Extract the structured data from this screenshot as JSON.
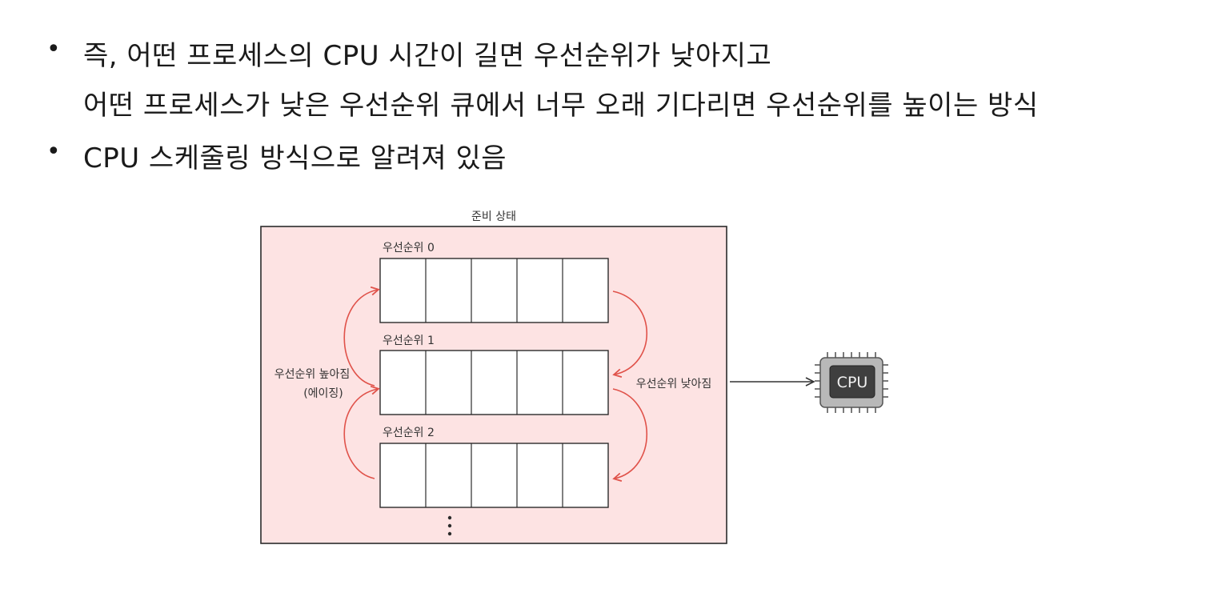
{
  "bullets": [
    {
      "line1": "즉, 어떤 프로세스의 CPU 시간이 길면 우선순위가 낮아지고",
      "line2": "어떤 프로세스가 낮은 우선순위 큐에서 너무 오래 기다리면 우선순위를 높이는 방식"
    },
    {
      "line1": "CPU 스케줄링 방식으로 알려져 있음"
    }
  ],
  "diagram": {
    "box_title": "준비 상태",
    "queues": [
      {
        "label": "우선순위 0"
      },
      {
        "label": "우선순위 1"
      },
      {
        "label": "우선순위 2"
      }
    ],
    "left_label": "우선순위 높아짐",
    "left_sublabel": "(에이징)",
    "right_label": "우선순위 낮아짐",
    "cpu_label": "CPU",
    "ellipsis": "⋮",
    "colors": {
      "box_fill": "#fde3e3",
      "box_border": "#2b2b2b",
      "arrow": "#e0524a",
      "chip": "#b8b8b8",
      "chip_inner": "#3f3f3f"
    }
  }
}
